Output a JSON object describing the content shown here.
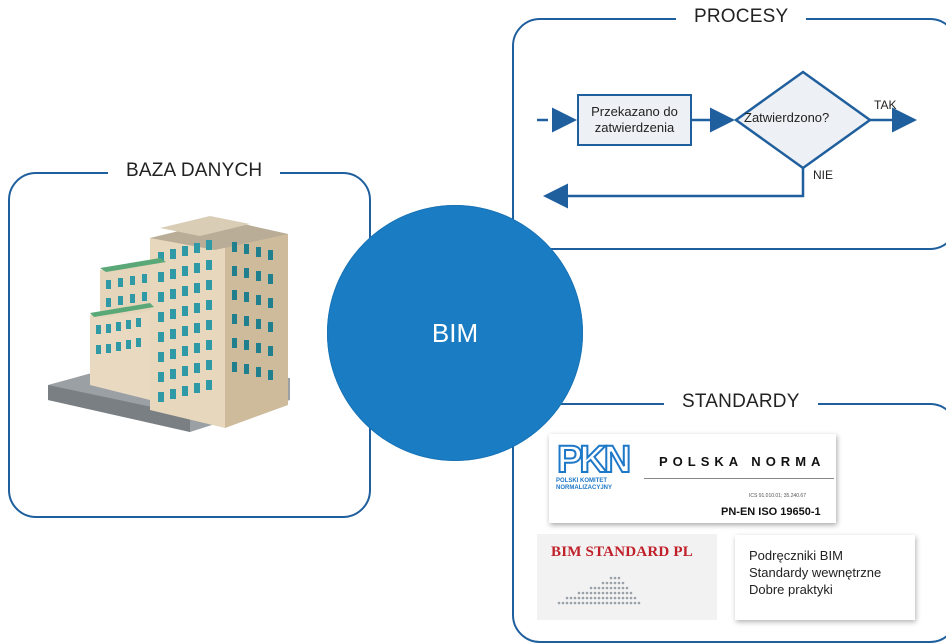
{
  "center": {
    "label": "BIM"
  },
  "baza": {
    "title": "BAZA DANYCH"
  },
  "procesy": {
    "title": "PROCESY",
    "box_line1": "Przekazano do",
    "box_line2": "zatwierdzenia",
    "decision": "Zatwierdzono?",
    "yes": "TAK",
    "no": "NIE"
  },
  "standardy": {
    "title": "STANDARDY",
    "pkn": {
      "logo": "PKN",
      "sub1": "POLSKI KOMITET",
      "sub2": "NORMALIZACYJNY",
      "title": "POLSKA NORMA",
      "ics": "ICS 91.010.01; 35.240.67",
      "iso": "PN-EN ISO 19650-1"
    },
    "bim_standard": "BIM STANDARD PL",
    "list": [
      "Podręczniki BIM",
      "Standardy wewnętrzne",
      "Dobre praktyki"
    ]
  },
  "colors": {
    "accent": "#1f5f9e",
    "circle": "#1a7dc4",
    "bimstd_red": "#c0202a"
  }
}
